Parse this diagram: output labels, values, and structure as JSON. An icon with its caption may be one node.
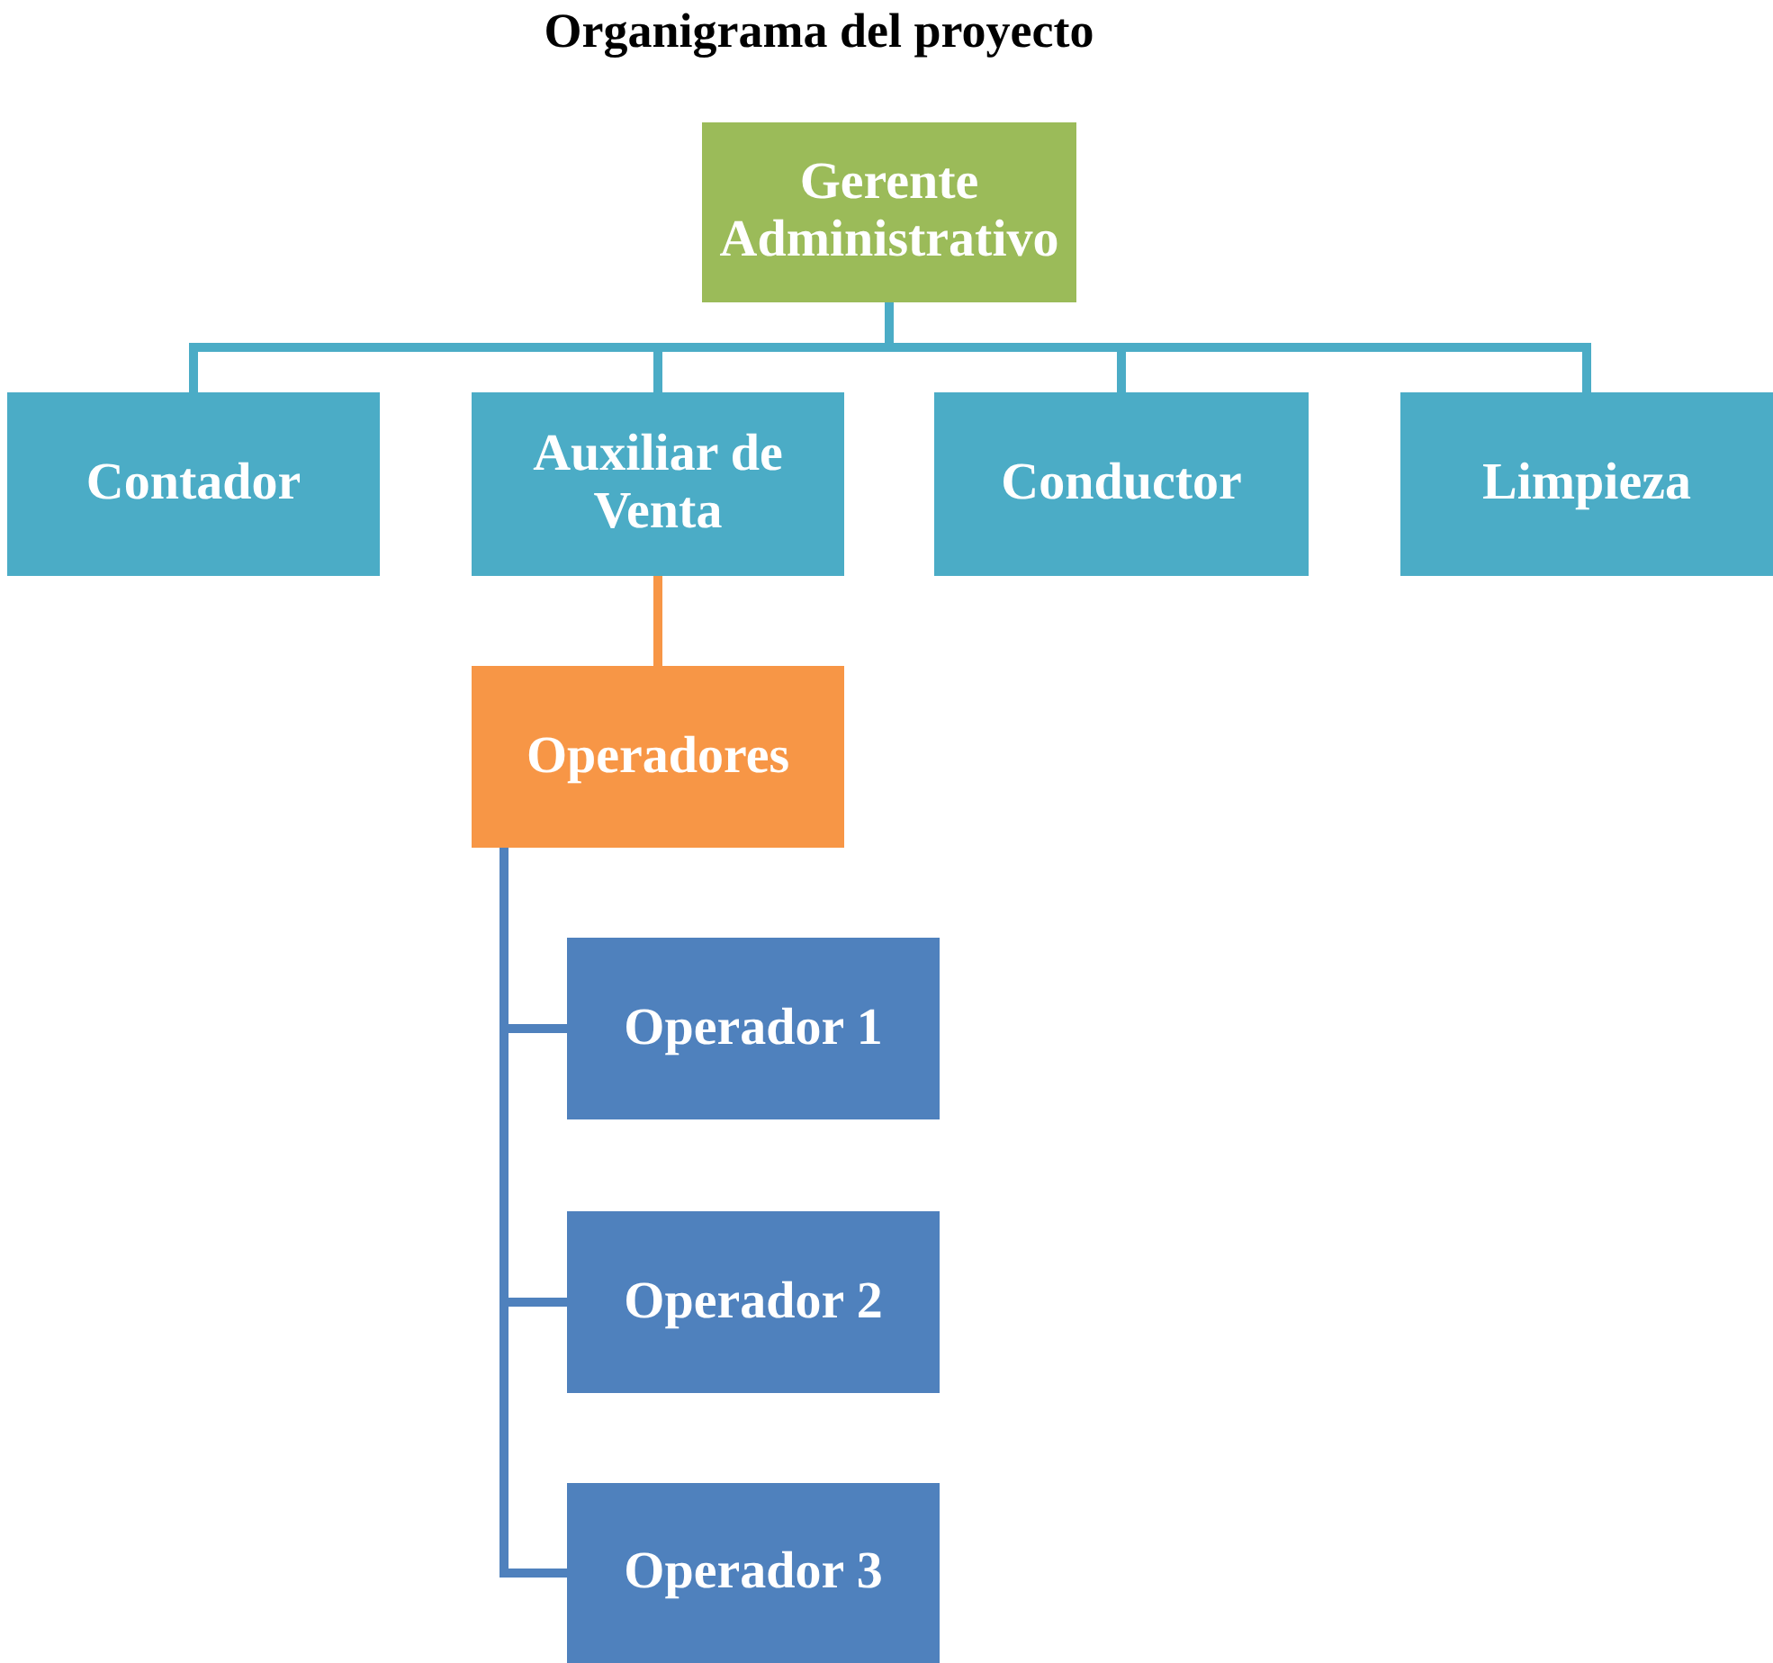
{
  "diagram": {
    "title": "Organigrama del proyecto",
    "nodes": [
      {
        "text": [
          "Gerente Administrativo"
        ]
      },
      {
        "text": [
          "Contador"
        ]
      },
      {
        "text": [
          "Auxiliar de Venta"
        ]
      },
      {
        "text": [
          "Conductor"
        ]
      },
      {
        "text": [
          "Limpieza"
        ]
      },
      {
        "text": [
          "Operadores"
        ]
      },
      {
        "text": [
          "Operador 1"
        ]
      },
      {
        "text": [
          "Operador 2"
        ]
      },
      {
        "text": [
          "Operador 3"
        ]
      }
    ],
    "edges": [
      {
        "from": 0,
        "to": 1,
        "arrow": "none",
        "color": "#4bacc6"
      },
      {
        "from": 0,
        "to": 2,
        "arrow": "none",
        "color": "#4bacc6"
      },
      {
        "from": 0,
        "to": 3,
        "arrow": "none",
        "color": "#4bacc6"
      },
      {
        "from": 0,
        "to": 4,
        "arrow": "none",
        "color": "#4bacc6"
      },
      {
        "from": 2,
        "to": 5,
        "arrow": "none",
        "color": "#f79646"
      },
      {
        "from": 5,
        "to": 6,
        "arrow": "none",
        "color": "#4f81bd"
      },
      {
        "from": 5,
        "to": 7,
        "arrow": "none",
        "color": "#4f81bd"
      },
      {
        "from": 5,
        "to": 8,
        "arrow": "none",
        "color": "#4f81bd"
      }
    ]
  }
}
